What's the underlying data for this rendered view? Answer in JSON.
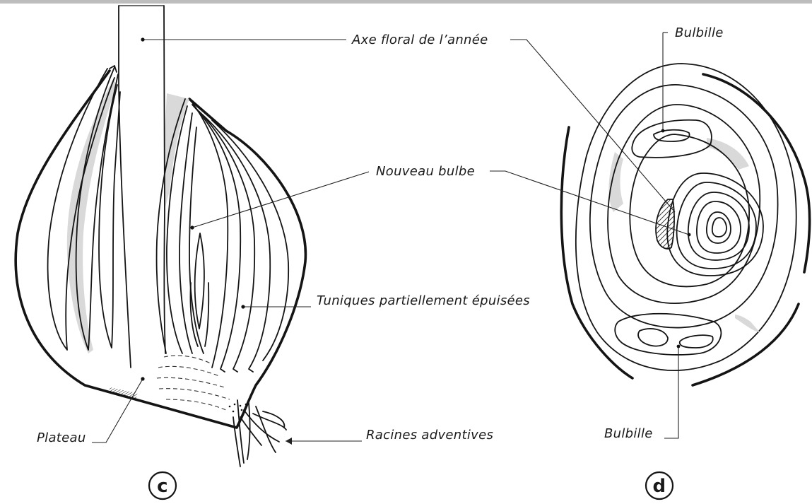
{
  "labels": {
    "axe_floral": "Axe floral de l’année",
    "nouveau_bulbe": "Nouveau bulbe",
    "tuniques": "Tuniques partiellement épuisées",
    "plateau": "Plateau",
    "racines": "Racines adventives",
    "bulbille_top": "Bulbille",
    "bulbille_bottom": "Bulbille"
  },
  "panels": {
    "left": "c",
    "right": "d"
  }
}
